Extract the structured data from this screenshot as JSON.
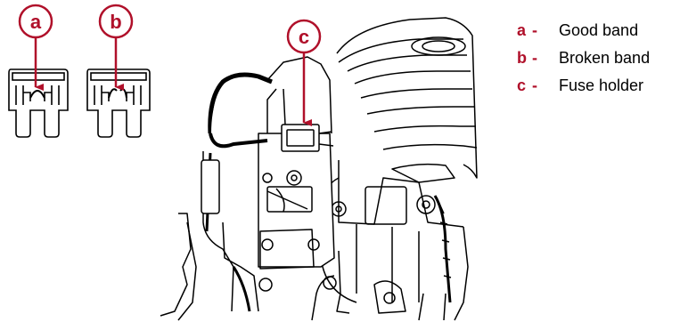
{
  "colors": {
    "accent": "#b0102a",
    "line": "#000000",
    "background": "#ffffff"
  },
  "callouts": [
    {
      "letter": "a",
      "description": "Good band"
    },
    {
      "letter": "b",
      "description": "Broken band"
    },
    {
      "letter": "c",
      "description": "Fuse holder"
    }
  ],
  "legend_separator": "-"
}
